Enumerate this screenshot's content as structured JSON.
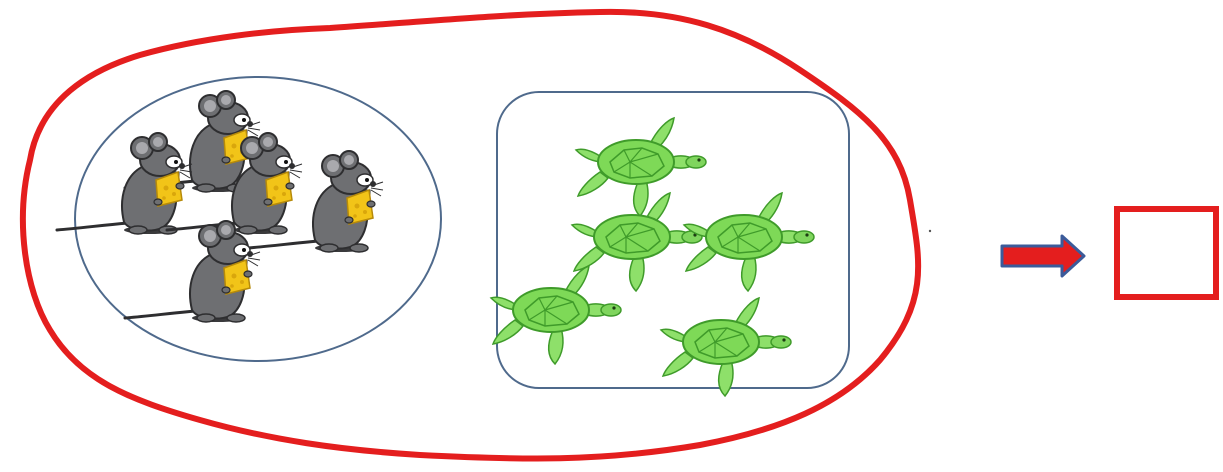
{
  "groups": [
    {
      "kind": "mouse",
      "count": 5,
      "container": "ellipse"
    },
    {
      "kind": "turtle",
      "count": 5,
      "container": "rounded-rectangle"
    }
  ],
  "colors": {
    "outer_loop": "#e41e1e",
    "inner_border": "#4f6a8c",
    "arrow_fill": "#e41e1e",
    "arrow_outline": "#3b5b9a",
    "answer_box": "#e41e1e",
    "mouse_body": "#6e6f72",
    "mouse_ear_inner": "#a9a9ad",
    "cheese": "#f2c418",
    "turtle_shell": "#7ed957",
    "turtle_shell_dark": "#3f9b2a",
    "turtle_skin": "#8ee06a"
  },
  "icons": [
    "mouse-with-cheese-icon",
    "sea-turtle-icon",
    "right-arrow-icon"
  ],
  "answer_box": {
    "value": ""
  }
}
